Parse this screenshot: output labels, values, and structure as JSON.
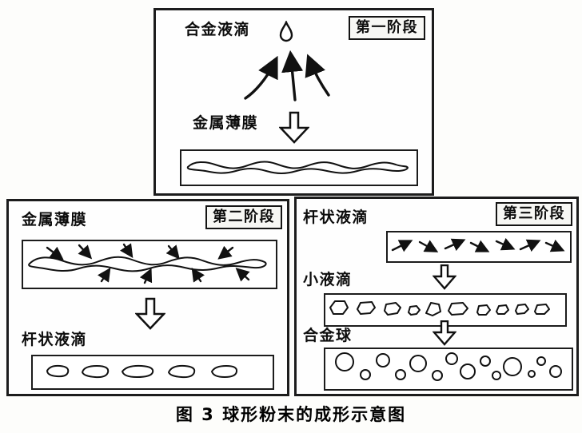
{
  "ink": "#111111",
  "caption": "图 3  球形粉末的成形示意图",
  "stage1": {
    "badge": "第一阶段",
    "droplet_label": "合金液滴",
    "film_label": "金属薄膜"
  },
  "stage2": {
    "badge": "第二阶段",
    "film_label": "金属薄膜",
    "rod_label": "杆状液滴"
  },
  "stage3": {
    "badge": "第三阶段",
    "rod_label": "杆状液滴",
    "droplet_label": "小液滴",
    "sphere_label": "合金球"
  },
  "icons": {
    "droplet": "alloy-droplet-outline",
    "up_arrows": "three-converging-up-arrows",
    "block_down_arrow": "hollow-block-down-arrow",
    "inward_arrows": "film-contraction-arrows"
  }
}
